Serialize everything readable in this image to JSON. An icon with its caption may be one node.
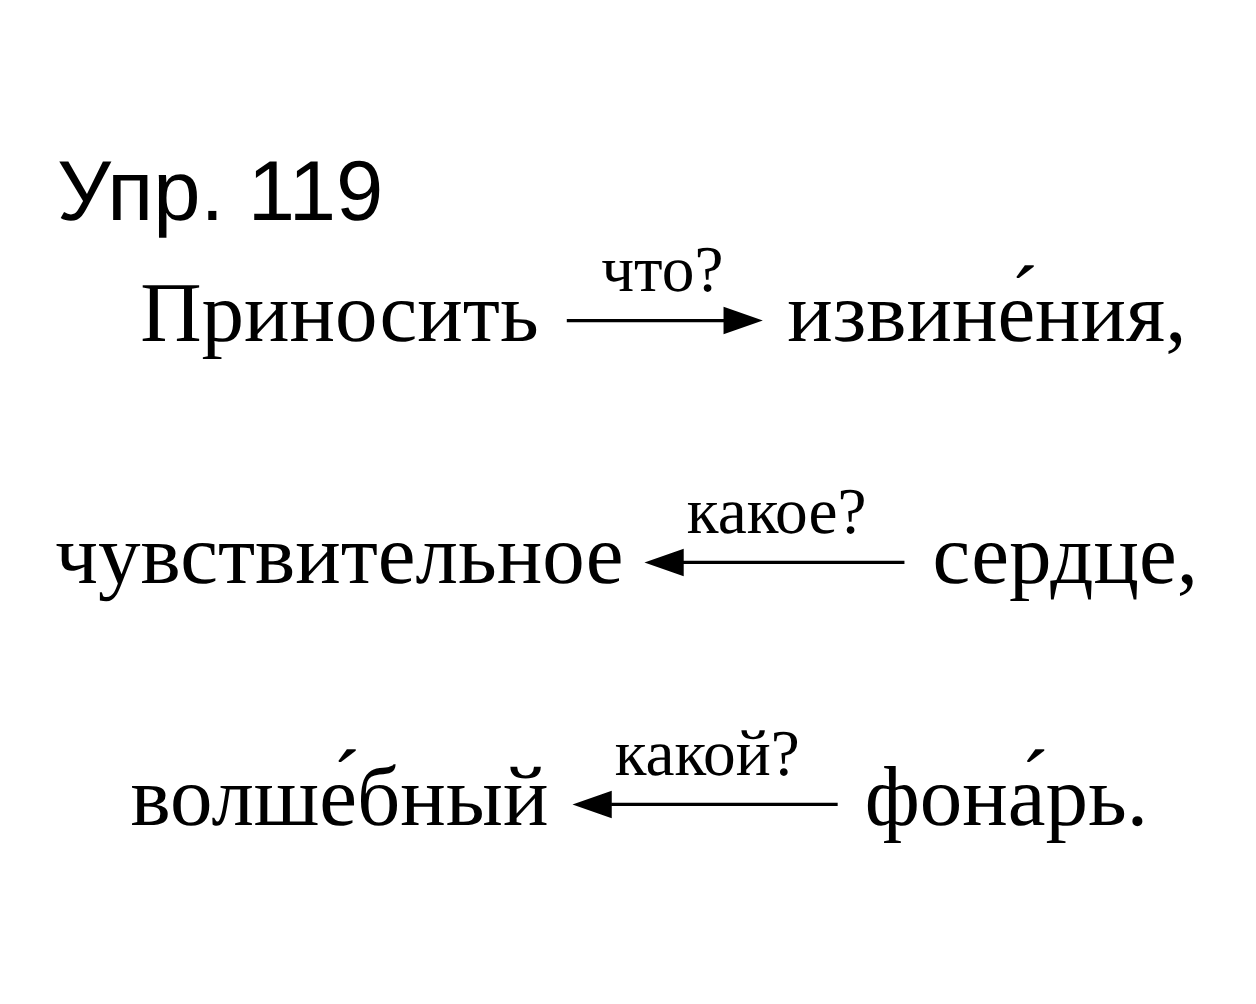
{
  "diagram": {
    "title": "Упр. 119",
    "nodes": [
      {
        "text": [
          "Приносить"
        ]
      },
      {
        "text": [
          "извине́ния,"
        ]
      },
      {
        "text": [
          "чувствительное"
        ]
      },
      {
        "text": [
          "сердце,"
        ]
      },
      {
        "text": [
          "волше́бный"
        ]
      },
      {
        "text": [
          "фона́рь."
        ]
      }
    ],
    "edges": [
      {
        "from": 0,
        "to": 1,
        "arrow": "to",
        "label": "что?"
      },
      {
        "from": 3,
        "to": 2,
        "arrow": "to",
        "label": "какое?"
      },
      {
        "from": 5,
        "to": 4,
        "arrow": "to",
        "label": "какой?"
      }
    ]
  }
}
